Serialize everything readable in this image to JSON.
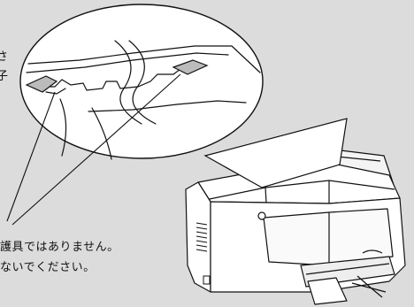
{
  "corner_marks": [
    "さ",
    "子"
  ],
  "caption": {
    "line1": "護具ではありません。",
    "line2": "ないでください。"
  }
}
